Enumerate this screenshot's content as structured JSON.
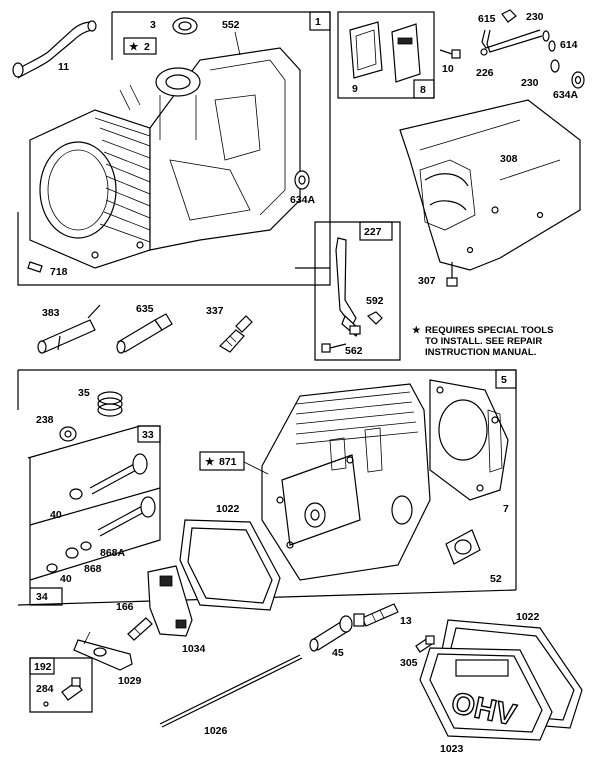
{
  "note": {
    "lines": [
      "REQUIRES SPECIAL TOOLS",
      "TO INSTALL.  SEE REPAIR",
      "INSTRUCTION MANUAL."
    ]
  },
  "groups": {
    "g1": "1",
    "g8": "8",
    "g227": "227",
    "g5": "5",
    "g33": "33",
    "g34": "34",
    "g192": "192"
  },
  "parts": {
    "p11": "11",
    "p3": "3",
    "p552": "552",
    "p2": "2",
    "p634a_top": "634A",
    "p718": "718",
    "p9": "9",
    "p10": "10",
    "p615": "615",
    "p230a": "230",
    "p614": "614",
    "p226": "226",
    "p230b": "230",
    "p634a_right": "634A",
    "p308": "308",
    "p307": "307",
    "p592": "592",
    "p562": "562",
    "p383": "383",
    "p635": "635",
    "p337": "337",
    "p35": "35",
    "p238": "238",
    "p40a": "40",
    "p40b": "40",
    "p868": "868",
    "p868a": "868A",
    "p871": "871",
    "p1022a": "1022",
    "p7": "7",
    "p52": "52",
    "p166": "166",
    "p1034": "1034",
    "p1029": "1029",
    "p45": "45",
    "p13": "13",
    "p305": "305",
    "p1022b": "1022",
    "p284": "284",
    "p1026": "1026",
    "p1023": "1023"
  },
  "cover_text": "OHV"
}
